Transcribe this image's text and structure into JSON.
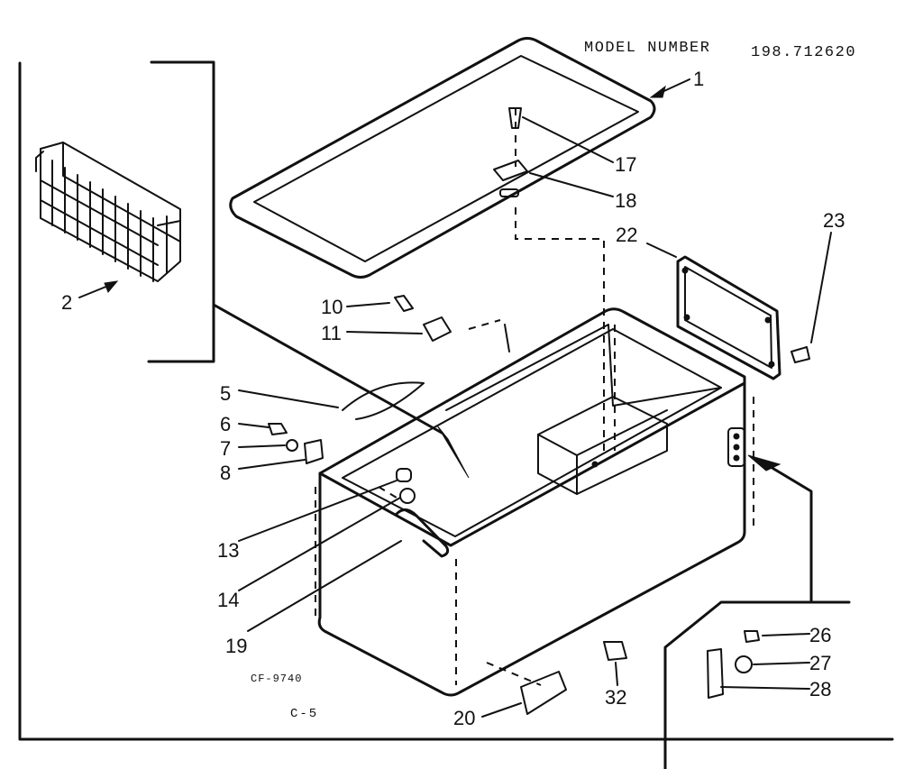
{
  "header": {
    "model_label": "MODEL NUMBER",
    "model_number": "198.712620"
  },
  "footer": {
    "drawing_code": "CF-9740",
    "page_code": "C-5"
  },
  "part_labels": [
    "1",
    "2",
    "5",
    "6",
    "7",
    "8",
    "10",
    "11",
    "13",
    "14",
    "17",
    "18",
    "19",
    "20",
    "22",
    "23",
    "26",
    "27",
    "28",
    "32"
  ]
}
